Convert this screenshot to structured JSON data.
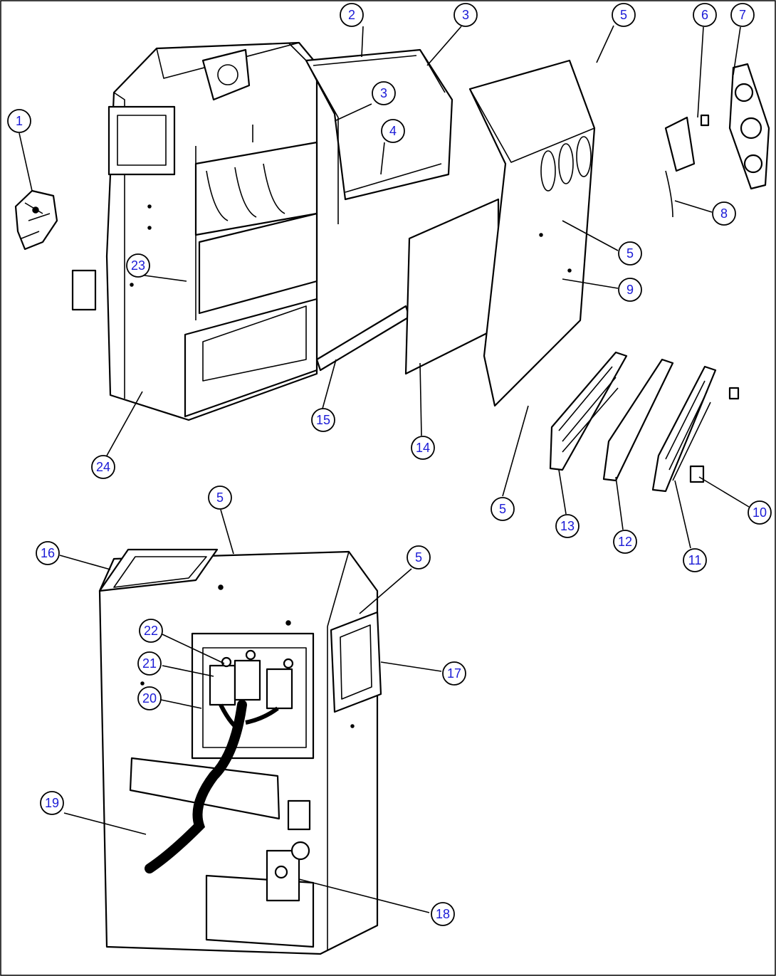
{
  "diagram": {
    "type": "exploded-parts-view",
    "callout_color": "#1a1ad6",
    "callouts": [
      "1",
      "2",
      "3",
      "3",
      "4",
      "5",
      "5",
      "5",
      "5",
      "5",
      "6",
      "7",
      "8",
      "9",
      "10",
      "11",
      "12",
      "13",
      "14",
      "15",
      "16",
      "17",
      "18",
      "19",
      "20",
      "21",
      "22",
      "23",
      "24"
    ]
  }
}
